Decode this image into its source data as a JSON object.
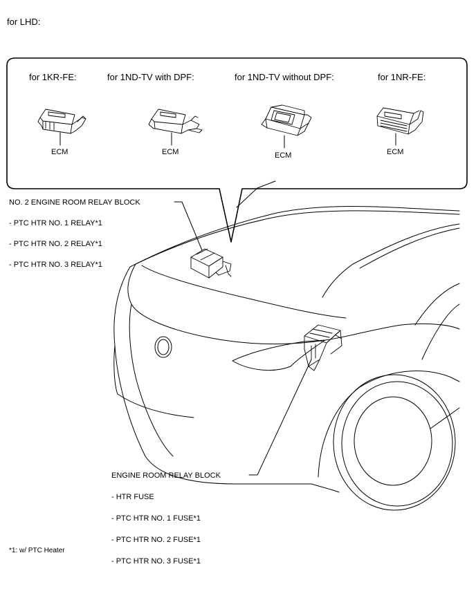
{
  "header": {
    "title": "for LHD:"
  },
  "callout": {
    "variants": [
      {
        "heading": "for 1KR-FE:",
        "part_label": "ECM"
      },
      {
        "heading": "for 1ND-TV with DPF:",
        "part_label": "ECM"
      },
      {
        "heading": "for 1ND-TV without DPF:",
        "part_label": "ECM"
      },
      {
        "heading": "for 1NR-FE:",
        "part_label": "ECM"
      }
    ]
  },
  "relay_block_2": {
    "title": "NO. 2 ENGINE ROOM RELAY BLOCK",
    "items": [
      "- PTC HTR NO. 1 RELAY*1",
      "- PTC HTR NO. 2 RELAY*1",
      "- PTC HTR NO. 3 RELAY*1"
    ]
  },
  "relay_block": {
    "title": "ENGINE ROOM RELAY BLOCK",
    "items": [
      "- HTR FUSE",
      "- PTC HTR NO. 1 FUSE*1",
      "- PTC HTR NO. 2 FUSE*1",
      "- PTC HTR NO. 3 FUSE*1"
    ]
  },
  "footnote": "*1: w/ PTC Heater"
}
